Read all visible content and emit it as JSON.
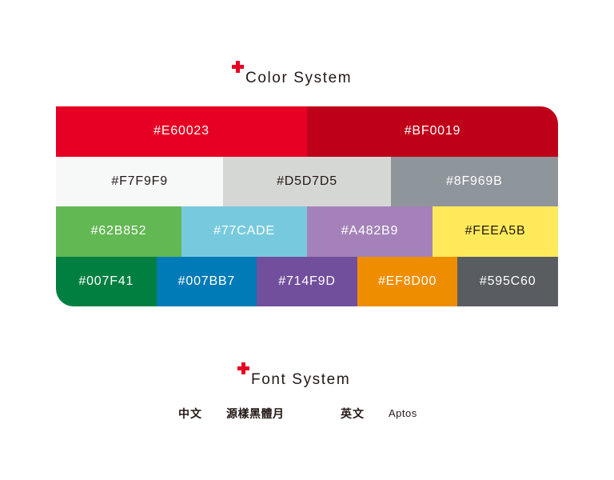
{
  "color_system": {
    "title": "Color System",
    "rows": [
      [
        {
          "hex": "#E60023",
          "text_color": "#ffffff"
        },
        {
          "hex": "#BF0019",
          "text_color": "#ffffff"
        }
      ],
      [
        {
          "hex": "#F7F9F9",
          "text_color": "#231815"
        },
        {
          "hex": "#D5D7D5",
          "text_color": "#231815"
        },
        {
          "hex": "#8F969B",
          "text_color": "#ffffff"
        }
      ],
      [
        {
          "hex": "#62B852",
          "text_color": "#ffffff"
        },
        {
          "hex": "#77CADE",
          "text_color": "#ffffff"
        },
        {
          "hex": "#A482B9",
          "text_color": "#ffffff"
        },
        {
          "hex": "#FEEA5B",
          "text_color": "#231815"
        }
      ],
      [
        {
          "hex": "#007F41",
          "text_color": "#ffffff"
        },
        {
          "hex": "#007BB7",
          "text_color": "#ffffff"
        },
        {
          "hex": "#714F9D",
          "text_color": "#ffffff"
        },
        {
          "hex": "#EF8D00",
          "text_color": "#ffffff"
        },
        {
          "hex": "#595C60",
          "text_color": "#ffffff"
        }
      ]
    ]
  },
  "font_system": {
    "title": "Font System",
    "chinese_label": "中文",
    "chinese_font": "源樣黑體月",
    "english_label": "英文",
    "english_font": "Aptos"
  },
  "icons": {
    "section_marker": "red-cross-icon",
    "accent": "#E60023"
  }
}
